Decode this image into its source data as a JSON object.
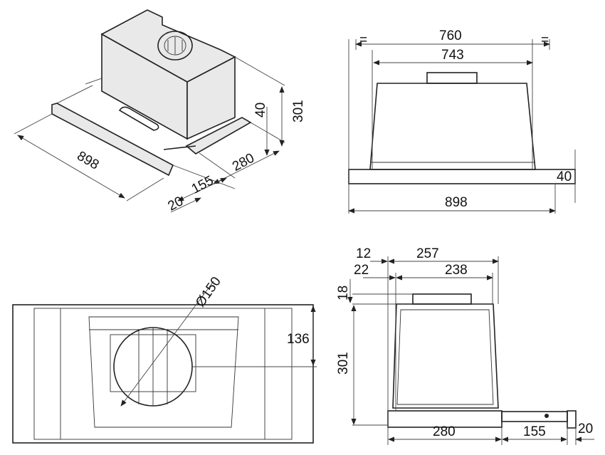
{
  "isometric_view": {
    "width": "898",
    "depth": "280",
    "height": "301",
    "tray_height": "40",
    "drawer_extension": "155",
    "front_panel": "20"
  },
  "front_view": {
    "outer_width": "760",
    "inner_width": "743",
    "overall_width": "898",
    "panel_height": "40",
    "equal_mark_left": "=",
    "equal_mark_right": "="
  },
  "bottom_view": {
    "outlet_diameter": "Ø150",
    "outlet_offset": "136"
  },
  "side_view": {
    "offset_12": "12",
    "top_depth": "257",
    "offset_22": "22",
    "inner_depth": "238",
    "top_height": "18",
    "height": "301",
    "depth": "280",
    "drawer_extension": "155",
    "front_panel": "20"
  }
}
